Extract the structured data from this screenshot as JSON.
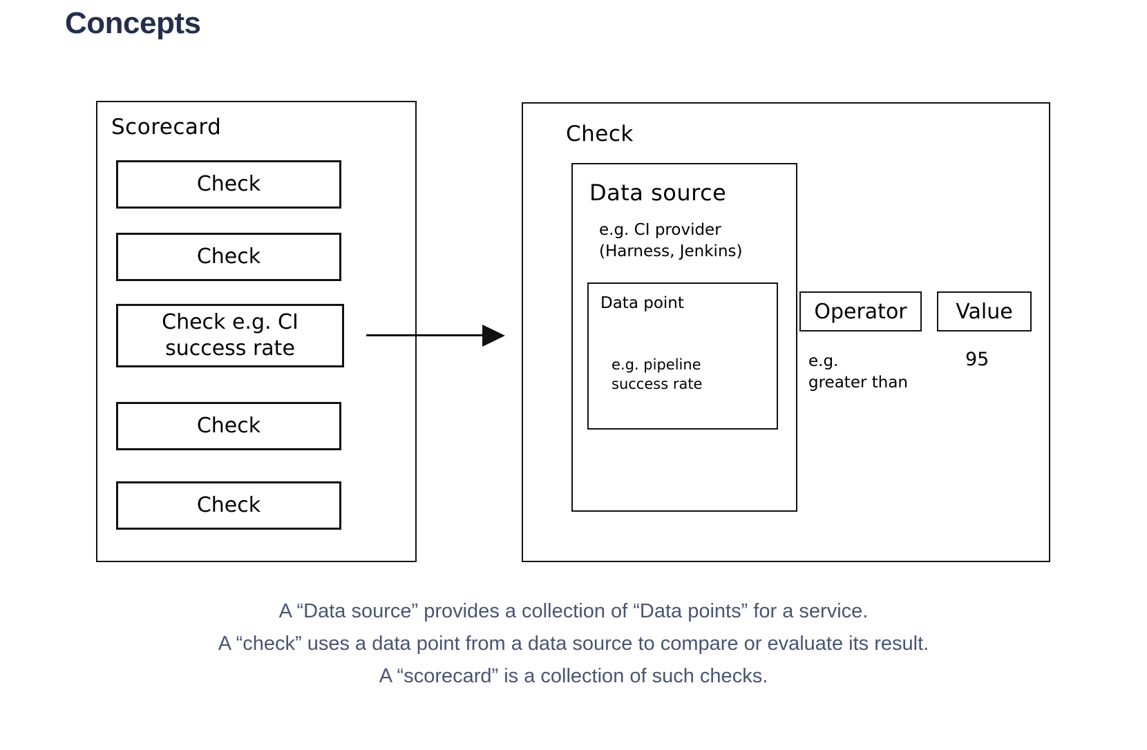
{
  "page": {
    "title": "Concepts",
    "title_color": "#242E4C",
    "caption_color": "#4A5472",
    "stroke_color": "#111111",
    "background": "#ffffff"
  },
  "diagram": {
    "scorecard": {
      "label": "Scorecard",
      "checks": [
        {
          "label": "Check"
        },
        {
          "label": "Check"
        },
        {
          "label": "Check e.g. CI success rate"
        },
        {
          "label": "Check"
        },
        {
          "label": "Check"
        }
      ]
    },
    "arrow": {
      "icon": "arrow-right-icon",
      "from": "check-e-g-ci-success-rate",
      "to": "check-detail-panel"
    },
    "check_detail": {
      "label": "Check",
      "data_source": {
        "label": "Data source",
        "example": "e.g. CI provider\n(Harness, Jenkins)",
        "data_point": {
          "label": "Data point",
          "example": "e.g. pipeline\nsuccess rate"
        }
      },
      "operator": {
        "label": "Operator",
        "example": "e.g.\ngreater than"
      },
      "value": {
        "label": "Value",
        "example": "95"
      }
    }
  },
  "caption": {
    "lines": [
      "A “Data source” provides a collection of “Data points” for a service.",
      "A “check” uses a data point from a data source to compare or evaluate its result.",
      "A “scorecard” is a collection of such checks."
    ]
  }
}
